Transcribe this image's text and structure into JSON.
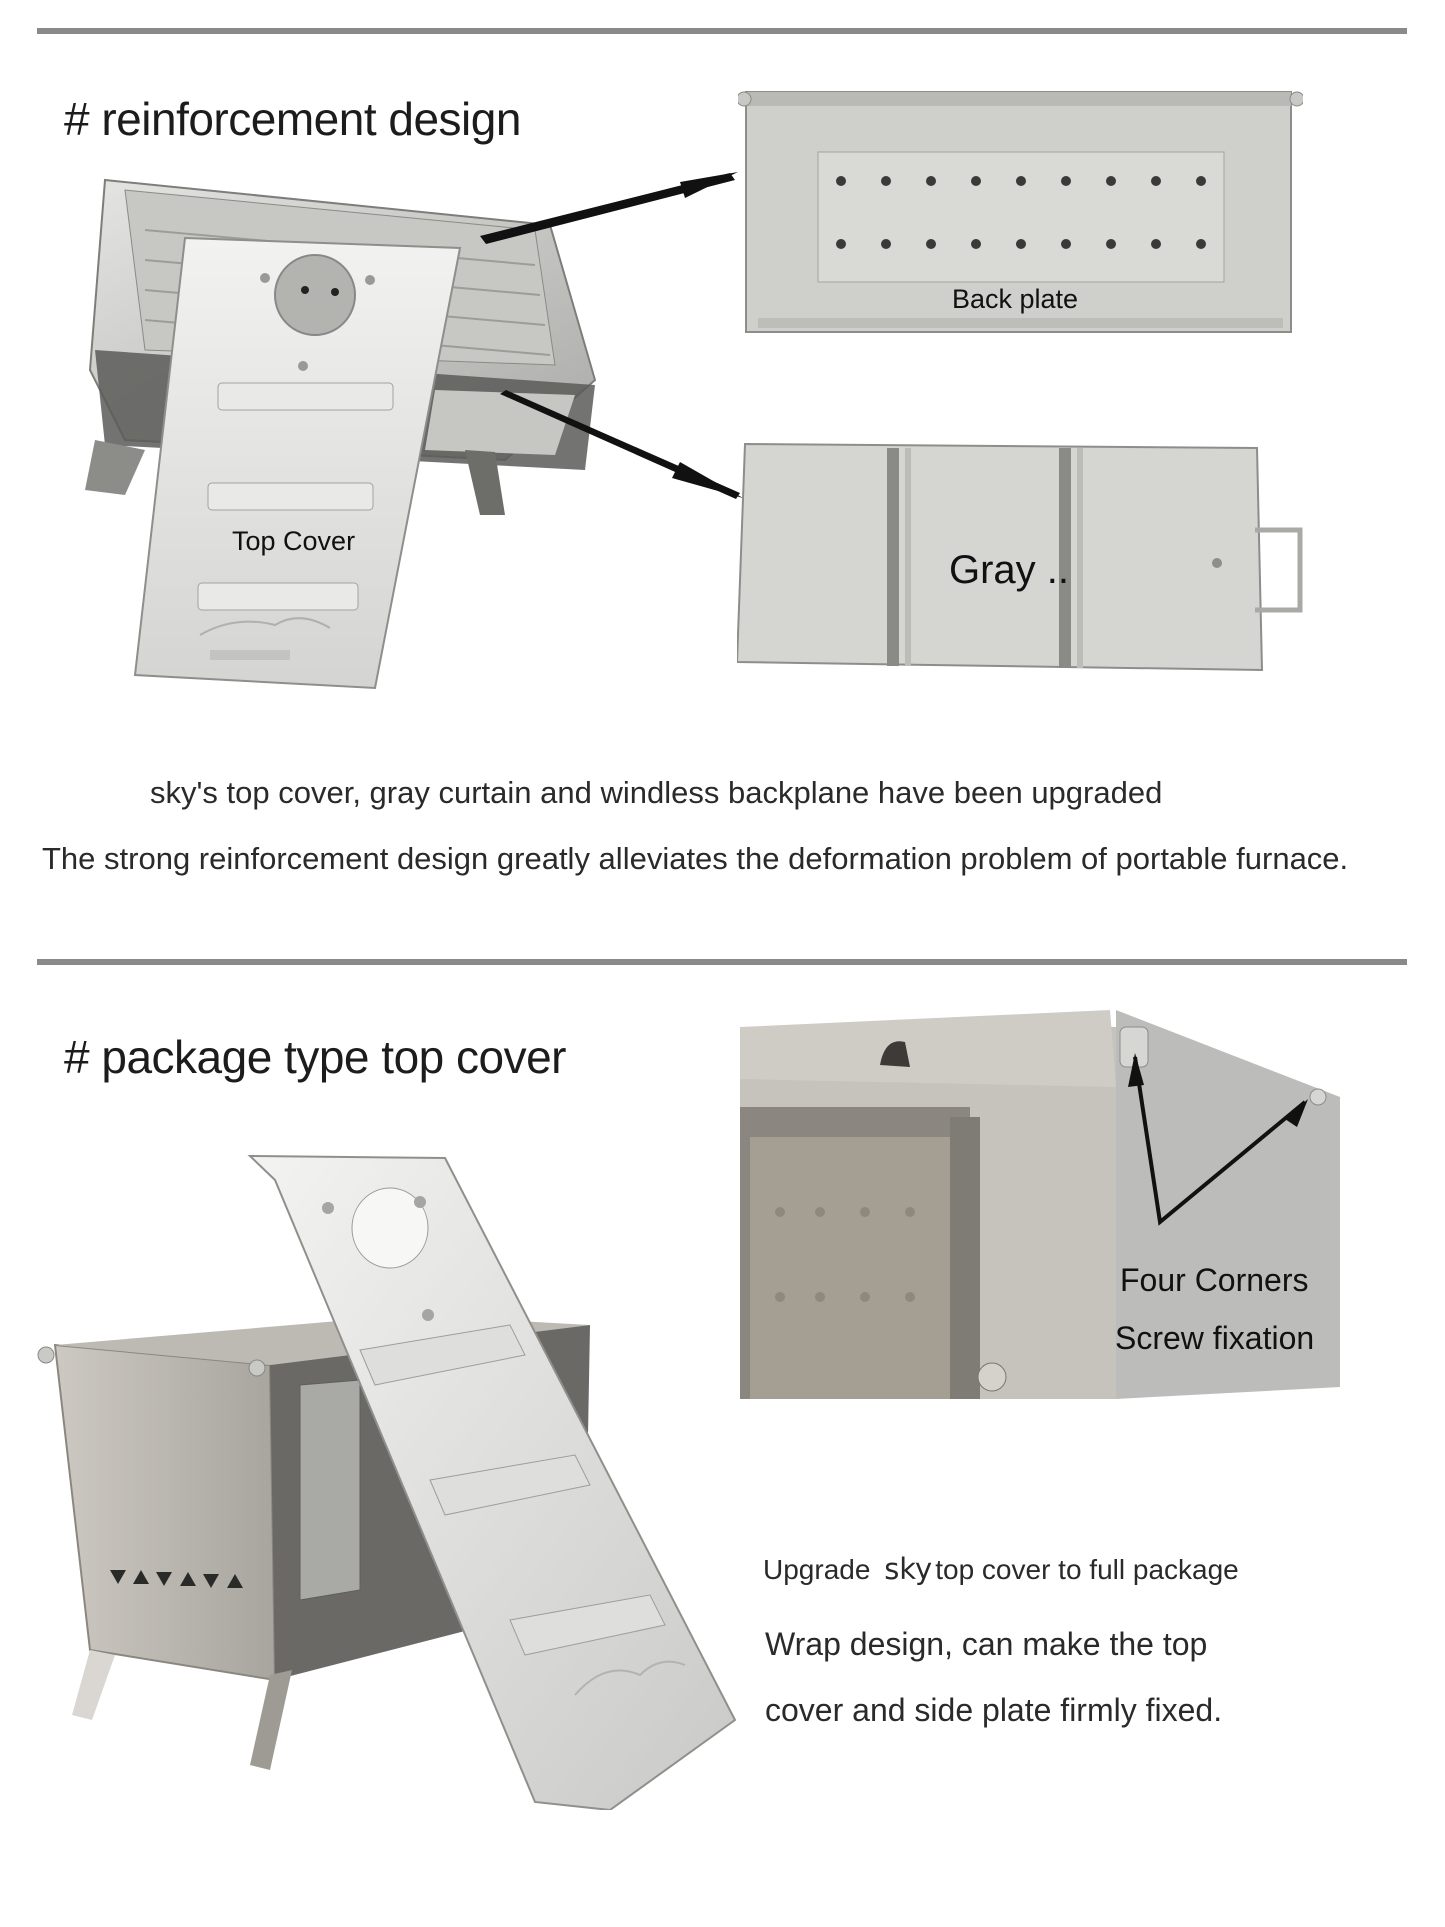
{
  "section1": {
    "title": "# reinforcement design",
    "labels": {
      "top_cover": "Top Cover",
      "back_plate": "Back plate",
      "gray_curtain": "Gray .."
    },
    "caption_line1": "sky's top cover, gray curtain and windless backplane have been upgraded",
    "caption_line2": "The strong reinforcement design greatly alleviates the deformation problem of portable furnace."
  },
  "section2": {
    "title": "# package type top cover",
    "labels": {
      "four_corners": "Four Corners",
      "screw_fixation": "Screw fixation"
    },
    "caption_line1_a": "Upgrade",
    "caption_line1_brand": "sky",
    "caption_line1_b": "top cover to full package",
    "caption_line2": "Wrap design, can make the top",
    "caption_line3": "cover and side plate firmly fixed."
  },
  "colors": {
    "divider": "#8a8a8a",
    "steel_light": "#d9d9d7",
    "steel_mid": "#b8b8b5",
    "steel_dark": "#6e6e6c",
    "text": "#1e1e1e"
  }
}
